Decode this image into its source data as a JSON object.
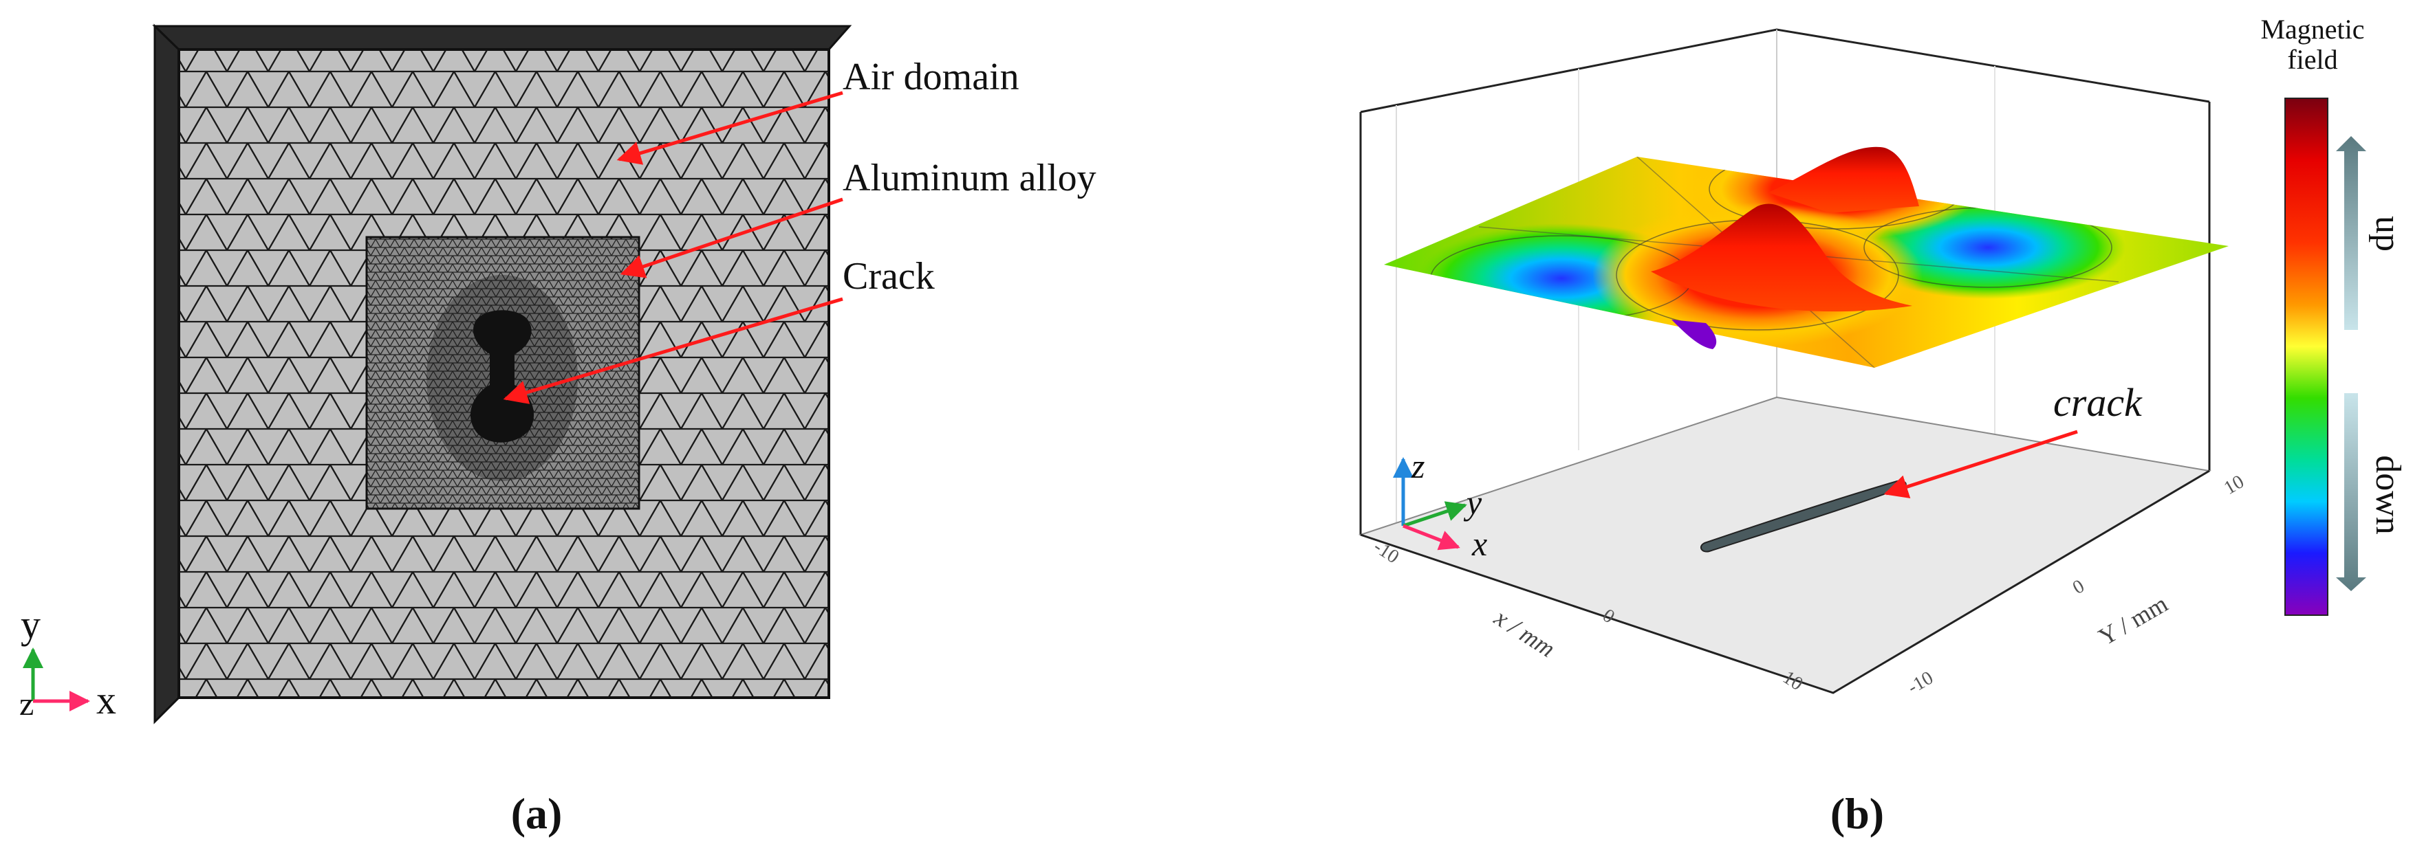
{
  "panel_a": {
    "caption": "(a)",
    "labels": {
      "air_domain": "Air domain",
      "aluminum_alloy": "Aluminum alloy",
      "crack": "Crack"
    },
    "axes": {
      "y": "y",
      "z": "z",
      "x": "x"
    }
  },
  "panel_b": {
    "caption": "(b)",
    "crack_label": "crack",
    "axes": {
      "z": "z",
      "y": "y",
      "x": "x"
    },
    "x_axis": {
      "label": "x / mm",
      "ticks": [
        "-10",
        "0",
        "10"
      ]
    },
    "y_axis": {
      "label": "Y / mm",
      "ticks": [
        "-10",
        "0",
        "10"
      ]
    },
    "colorbar": {
      "title_line1": "Magnetic",
      "title_line2": "field",
      "up_label": "up",
      "down_label": "down",
      "colors": [
        "#ff0000",
        "#ff8c00",
        "#ffff00",
        "#00cc00",
        "#00ffff",
        "#0000ff",
        "#8800cc"
      ]
    }
  },
  "colors": {
    "arrow": "#ff1a1a",
    "mesh_fill": "#c0c0c0",
    "mesh_line": "#1a1a1a",
    "dense_mesh": "#3a3a3a",
    "axis_x": "#ff2a6a",
    "axis_y": "#22aa33",
    "axis_z": "#2288dd"
  }
}
